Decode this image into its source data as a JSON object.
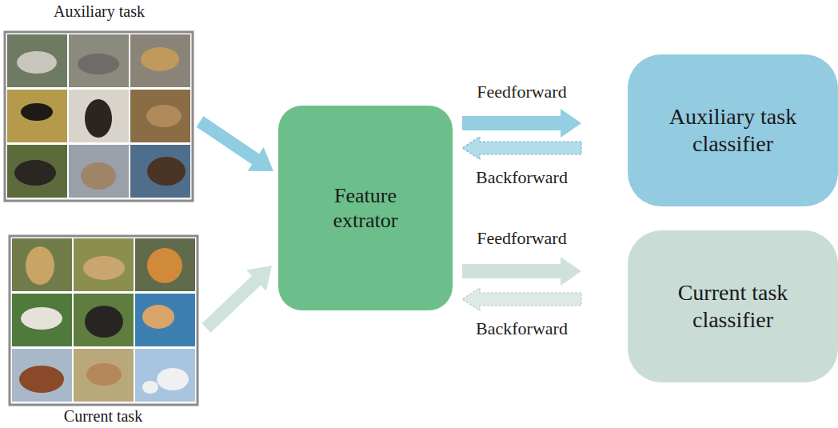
{
  "diagram": {
    "nodes": [
      {
        "text": [
          "Auxiliary task"
        ]
      },
      {
        "text": [
          "Feature extrator"
        ]
      },
      {
        "text": [
          "Auxiliary task classifier"
        ]
      },
      {
        "text": [
          "Current task classifier"
        ]
      },
      {
        "text": [
          "Current task"
        ]
      }
    ],
    "edges": [
      {
        "from": 0,
        "to": 1,
        "arrow": "to"
      },
      {
        "from": 4,
        "to": 1,
        "arrow": "to"
      },
      {
        "from": 1,
        "to": 2,
        "label": "Feedforward",
        "arrow": "to"
      },
      {
        "from": 2,
        "to": 1,
        "label": "Backforward",
        "arrow": "to"
      },
      {
        "from": 1,
        "to": 3,
        "label": "Feedforward",
        "arrow": "to"
      },
      {
        "from": 3,
        "to": 1,
        "label": "Backforward",
        "arrow": "to"
      }
    ]
  }
}
